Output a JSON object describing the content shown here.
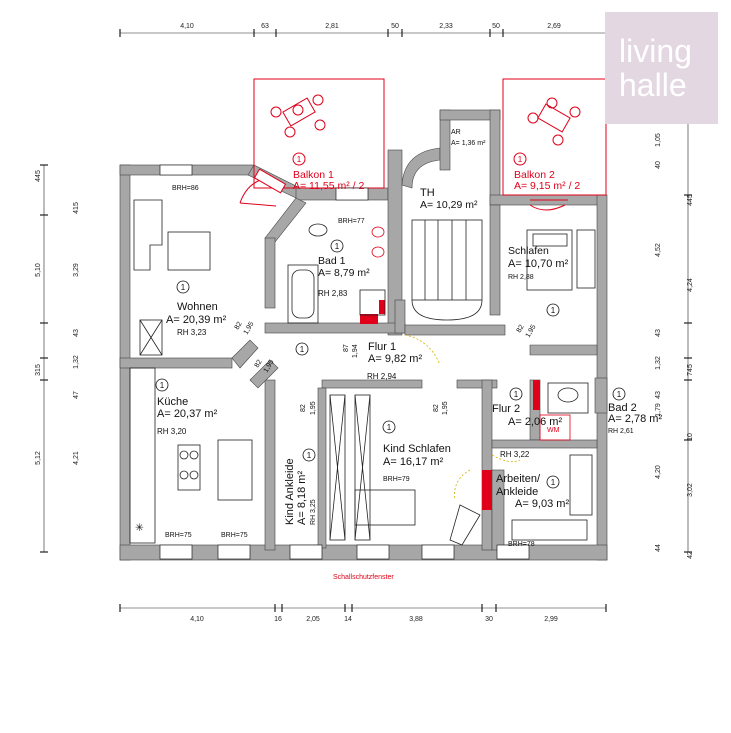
{
  "logo": {
    "line1": "living",
    "line2": "halle"
  },
  "rooms": {
    "wohnen": {
      "num": "1",
      "name": "Wohnen",
      "area": "A= 20,39 m²",
      "rh": "RH 3,23",
      "brh": "BRH=86"
    },
    "bad1": {
      "num": "1",
      "name": "Bad 1",
      "area": "A= 8,79 m²",
      "rh": "RH 2,83",
      "brh": "BRH=77"
    },
    "th": {
      "name": "TH",
      "area": "A= 10,29 m²"
    },
    "ar": {
      "name": "AR",
      "area": "A= 1,36 m²"
    },
    "schlafen": {
      "num": "1",
      "name": "Schlafen",
      "area": "A= 10,70 m²",
      "rh": "RH 2,88"
    },
    "flur1": {
      "num": "1",
      "name": "Flur 1",
      "area": "A= 9,82 m²",
      "rh": "RH 2,94"
    },
    "kueche": {
      "num": "1",
      "name": "Küche",
      "area": "A= 20,37 m²",
      "rh": "RH 3,20",
      "brh1": "BRH=75",
      "brh2": "BRH=75"
    },
    "kindankleide": {
      "num": "1",
      "name": "Kind Ankleide",
      "area": "A= 8,18 m²",
      "rh": "RH 3,25"
    },
    "kindschlafen": {
      "num": "1",
      "name": "Kind Schlafen",
      "area": "A= 16,17 m²",
      "brh": "BRH=79"
    },
    "flur2": {
      "num": "1",
      "name": "Flur 2",
      "area": "A= 2,06 m²",
      "rh": "RH 3,22"
    },
    "bad2": {
      "num": "1",
      "name": "Bad 2",
      "area": "A= 2,78 m²",
      "rh": "RH 2,61",
      "wm": "WM"
    },
    "arbeiten": {
      "num": "1",
      "name1": "Arbeiten/",
      "name2": "Ankleide",
      "area": "A= 9,03 m²",
      "brh": "BRH=78"
    },
    "balkon1": {
      "num": "1",
      "name": "Balkon 1",
      "area": "A= 11,55 m² / 2"
    },
    "balkon2": {
      "num": "1",
      "name": "Balkon 2",
      "area": "A= 9,15 m² / 2"
    }
  },
  "door_labels": {
    "wohnen": [
      "82",
      "1,95"
    ],
    "kueche": [
      "82",
      "1,95"
    ],
    "flur1": [
      "87",
      "1,94"
    ],
    "schlafen": [
      "82",
      "1,95"
    ],
    "kindankleide": [
      "82",
      "1,95"
    ],
    "kindschlafen": [
      "82",
      "1,95"
    ]
  },
  "note": "Schallschutzfenster",
  "dims_top": [
    "4,10",
    "63",
    "2,81",
    "50",
    "2,33",
    "50",
    "2,69"
  ],
  "dims_bottom": [
    "4,10",
    "16",
    "2,05",
    "14",
    "3,88",
    "30",
    "2,99"
  ],
  "dims_left": [
    "445",
    "5,10",
    "415",
    "3,29",
    "43",
    "1,32",
    "315",
    "47",
    "5,12",
    "4,21"
  ],
  "dims_right": [
    "1,05",
    "40",
    "4,52",
    "445",
    "4,24",
    "43",
    "1,32",
    "745",
    "43",
    "1,79",
    "10",
    "4,20",
    "3,02",
    "44",
    "42"
  ]
}
